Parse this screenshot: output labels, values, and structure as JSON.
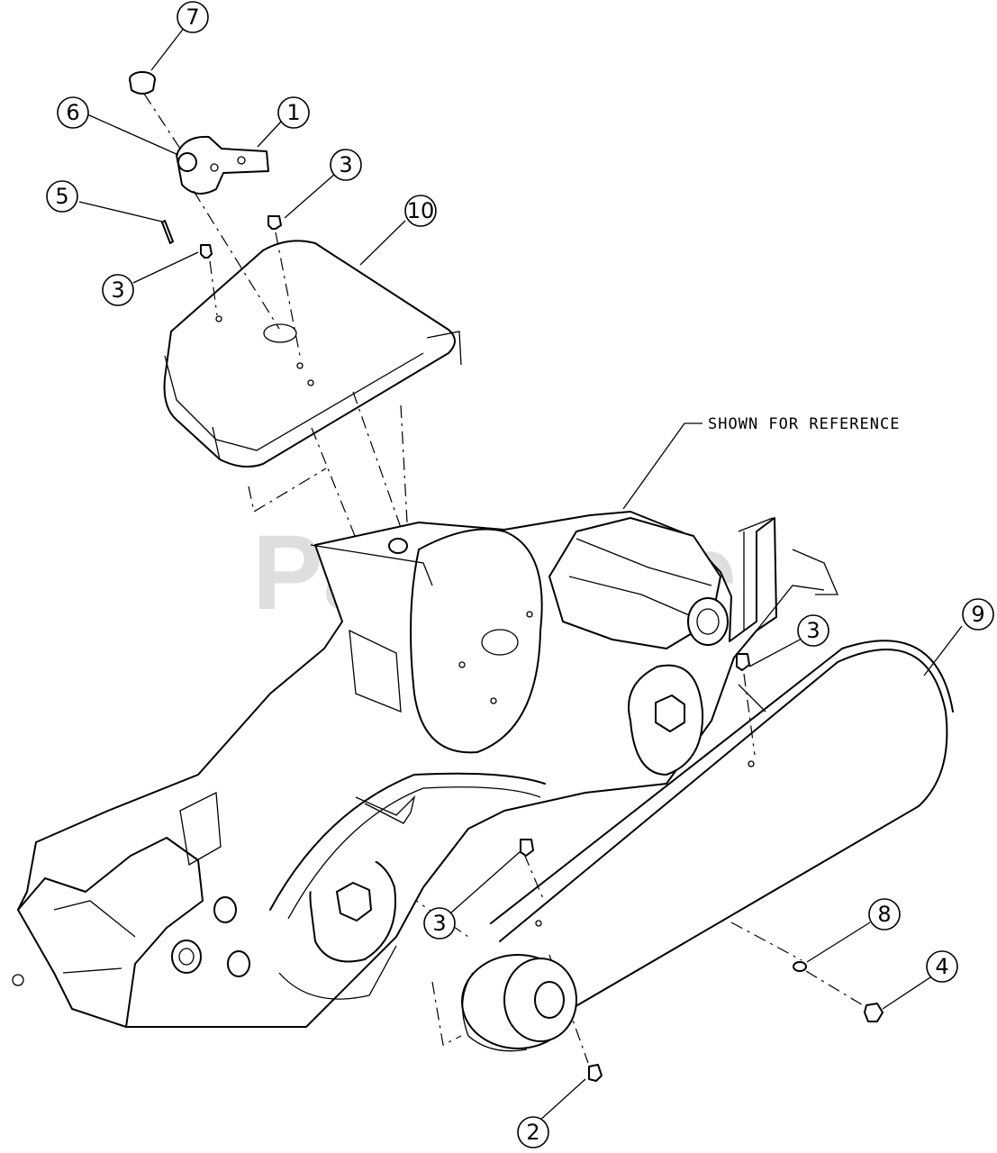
{
  "watermark": "PartsTree",
  "reference_note": "SHOWN FOR REFERENCE",
  "callouts": [
    "7",
    "6",
    "1",
    "3",
    "5",
    "10",
    "3",
    "3",
    "9",
    "3",
    "8",
    "4",
    "2"
  ]
}
